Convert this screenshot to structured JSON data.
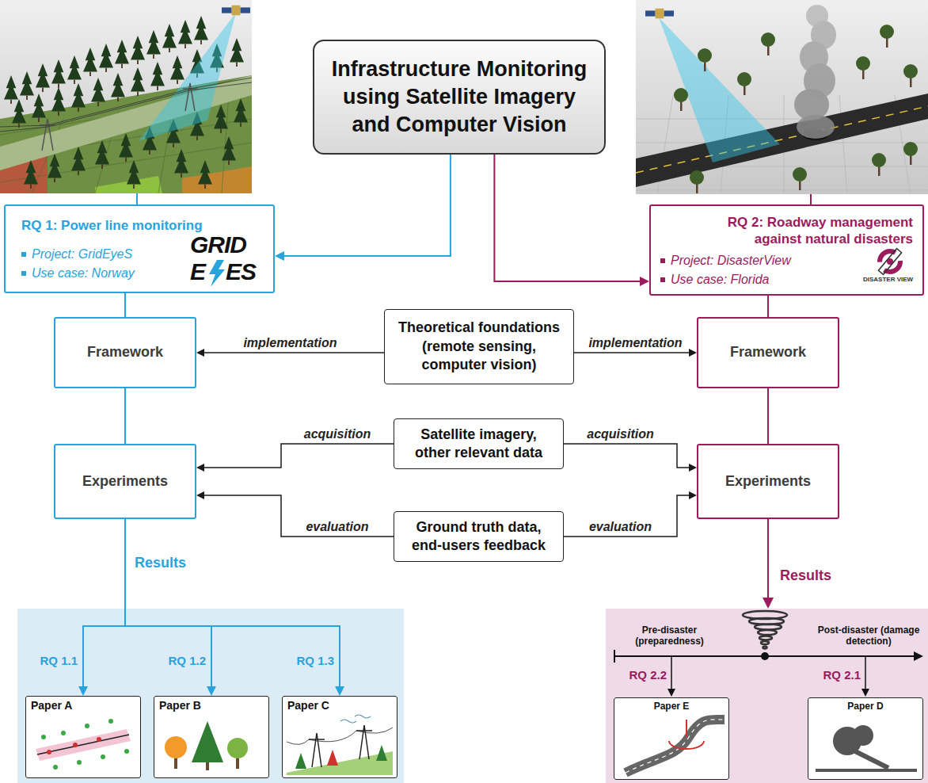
{
  "diagram": {
    "nodes": [
      {
        "text": [
          "Infrastructure Monitoring using Satellite Imagery and Computer Vision"
        ]
      },
      {
        "text": [
          "RQ 1: Power line monitoring",
          "Project: GridEyeS",
          "Use case: Norway"
        ]
      },
      {
        "text": [
          "RQ 2: Roadway management against natural disasters",
          "Project: DisasterView",
          "Use case: Florida"
        ]
      },
      {
        "text": [
          "Framework"
        ]
      },
      {
        "text": [
          "Theoretical foundations (remote sensing, computer vision)"
        ]
      },
      {
        "text": [
          "Framework"
        ]
      },
      {
        "text": [
          "Experiments"
        ]
      },
      {
        "text": [
          "Satellite imagery, other relevant data"
        ]
      },
      {
        "text": [
          "Experiments"
        ]
      },
      {
        "text": [
          "Ground truth data, end-users feedback"
        ]
      },
      {
        "text": [
          "Paper A"
        ]
      },
      {
        "text": [
          "Paper B"
        ]
      },
      {
        "text": [
          "Paper C"
        ]
      },
      {
        "text": [
          "Pre-disaster (preparedness)",
          "Post-disaster (damage detection)"
        ]
      },
      {
        "text": [
          "Paper E"
        ],
        "in": 13
      },
      {
        "text": [
          "Paper D"
        ],
        "in": 13
      }
    ],
    "edges": [
      {
        "from": 0,
        "to": 1,
        "arrow": "to"
      },
      {
        "from": 0,
        "to": 2,
        "arrow": "to"
      },
      {
        "from": 1,
        "to": 3,
        "arrow": "none"
      },
      {
        "from": 2,
        "to": 5,
        "arrow": "none"
      },
      {
        "from": 4,
        "to": 3,
        "label": "implementation",
        "arrow": "to"
      },
      {
        "from": 4,
        "to": 5,
        "label": "implementation",
        "arrow": "to"
      },
      {
        "from": 3,
        "to": 6,
        "arrow": "none"
      },
      {
        "from": 5,
        "to": 8,
        "arrow": "none"
      },
      {
        "from": 7,
        "to": 6,
        "label": "acquisition",
        "arrow": "to"
      },
      {
        "from": 7,
        "to": 8,
        "label": "acquisition",
        "arrow": "to"
      },
      {
        "from": 9,
        "to": 6,
        "label": "evaluation",
        "arrow": "to"
      },
      {
        "from": 9,
        "to": 8,
        "label": "evaluation",
        "arrow": "to"
      },
      {
        "from": 6,
        "to": 10,
        "label": "RQ 1.1",
        "arrow": "to"
      },
      {
        "from": 6,
        "to": 11,
        "label": "RQ 1.2",
        "arrow": "to"
      },
      {
        "from": 6,
        "to": 12,
        "label": "RQ 1.3",
        "arrow": "to"
      },
      {
        "from": 8,
        "to": 13,
        "arrow": "to"
      }
    ],
    "labels": [
      "GRID",
      "E",
      "ES",
      "DISASTER VIEW",
      "Results",
      "Results",
      "RQ 2.2",
      "RQ 2.1"
    ]
  }
}
